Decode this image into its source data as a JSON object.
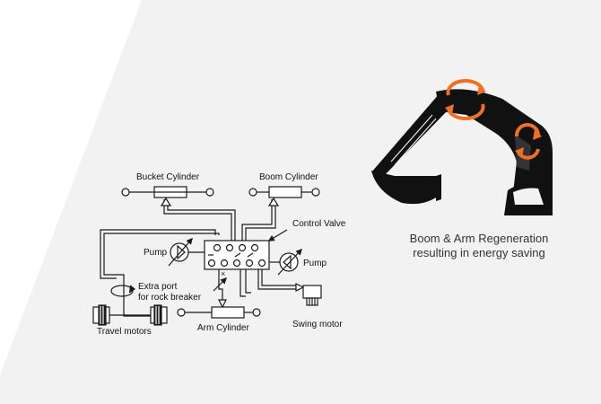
{
  "diagram": {
    "labels": {
      "bucket_cylinder": "Bucket Cylinder",
      "boom_cylinder": "Boom Cylinder",
      "control_valve": "Control Valve",
      "pump_left": "Pump",
      "pump_right": "Pump",
      "extra_port_line1": "Extra port",
      "extra_port_line2": "for rock breaker",
      "travel_motors": "Travel motors",
      "arm_cylinder": "Arm Cylinder",
      "swing_motor": "Swing motor"
    }
  },
  "caption": {
    "line1": "Boom & Arm Regeneration",
    "line2": "resulting in energy saving"
  },
  "colors": {
    "background_panel": "#f2f2f2",
    "line": "#1a1a1a",
    "excavator_arm": "#111111",
    "regeneration_arrows": "#ee7023",
    "caption_text": "#333333"
  }
}
